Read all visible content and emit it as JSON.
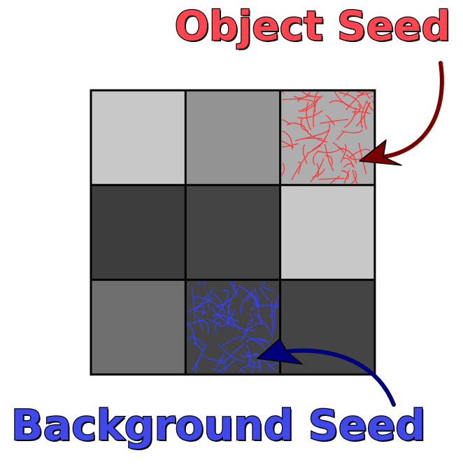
{
  "labels": {
    "object_seed": "Object Seed",
    "background_seed": "Background Seed"
  },
  "colors": {
    "object_seed_text": "#ff4650",
    "background_seed_text": "#3f48e8",
    "object_arrow": "#7a0000",
    "background_arrow": "#00007a",
    "object_scribble": "#ff3333",
    "background_scribble": "#3340ff",
    "grid_border": "#000000"
  },
  "grid": {
    "rows": 3,
    "cols": 3,
    "cells": [
      [
        "#c8c8c8",
        "#939393",
        "#aeaeae"
      ],
      [
        "#3d3d3d",
        "#444444",
        "#c8c8c8"
      ],
      [
        "#6f6f6f",
        "#444444",
        "#444444"
      ]
    ],
    "object_seed_cell": [
      0,
      2
    ],
    "background_seed_cell": [
      2,
      1
    ]
  }
}
